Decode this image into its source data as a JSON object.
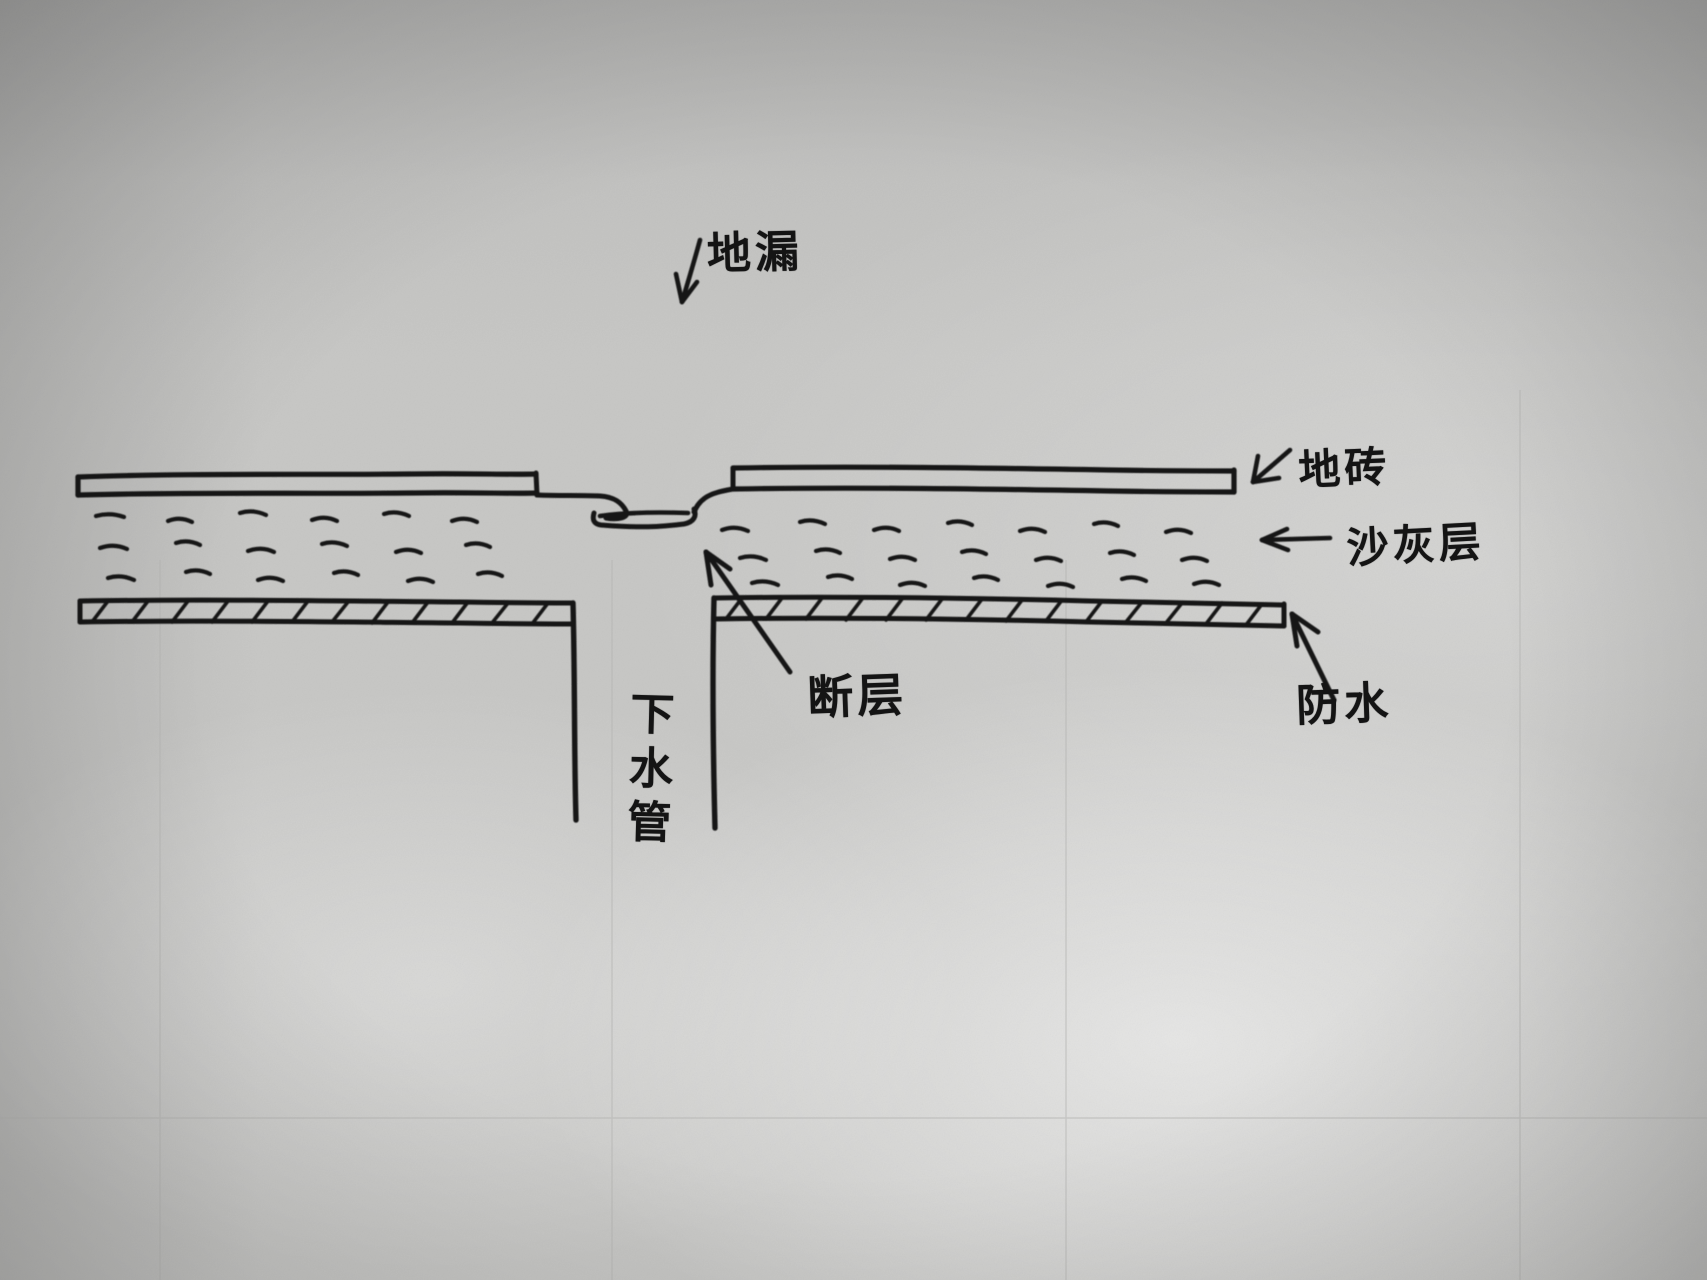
{
  "document": {
    "kind": "hand-drawn-sketch",
    "subject": "bathroom-floor-drain-cross-section",
    "media": "black-pen-on-gray-paper"
  },
  "colors": {
    "paper": "#c8c8c6",
    "ink": "#141414",
    "highlight": "#ffffff"
  },
  "labels": {
    "floor_drain": "地漏",
    "floor_tile": "地砖",
    "sand_cement_layer": "沙灰层",
    "fault_break": "断层",
    "waterproof": "防水",
    "drain_pipe": "下水管"
  },
  "annotations": [
    {
      "id": "floor-drain",
      "text": "地漏",
      "arrow": "down-left",
      "points_to": "drain-trap-at-tile-gap"
    },
    {
      "id": "floor-tile",
      "text": "地砖",
      "arrow": "down-left",
      "points_to": "top-tile-slab"
    },
    {
      "id": "sand-cement",
      "text": "沙灰层",
      "arrow": "left",
      "points_to": "dashed-speckle-band"
    },
    {
      "id": "fault-break",
      "text": "断层",
      "arrow": "up-left",
      "points_to": "gap-at-pipe-riser"
    },
    {
      "id": "waterproof",
      "text": "防水",
      "arrow": "up-left",
      "points_to": "hatched-membrane-line"
    },
    {
      "id": "drain-pipe",
      "text": "下水管",
      "arrow": "none",
      "points_to": "vertical-pipe-walls"
    }
  ],
  "layers": [
    {
      "name": "地砖",
      "role": "floor tile slab",
      "order": 1
    },
    {
      "name": "沙灰层",
      "role": "sand & cement bedding",
      "order": 2
    },
    {
      "name": "防水",
      "role": "waterproof membrane",
      "order": 3
    },
    {
      "name": "下水管",
      "role": "drain pipe below slab",
      "order": 4
    }
  ]
}
